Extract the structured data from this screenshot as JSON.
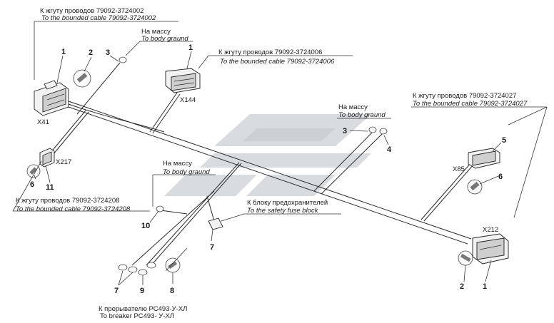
{
  "colors": {
    "line": "#2b2b2b",
    "watermark": "#d4d8dc",
    "background": "#ffffff"
  },
  "captions": {
    "top_left": {
      "ru": "К жгуту проводов 79092-3724002",
      "en": "To the bounded cable 79092-3724002"
    },
    "mass_top": {
      "ru": "На массу",
      "en": "To body graund"
    },
    "top_center": {
      "ru": "К жгуту проводов 79092-3724006",
      "en": "To the bounded cable 79092-3724006"
    },
    "mass_mid": {
      "ru": "На массу",
      "en": "To body graund"
    },
    "right": {
      "ru": "К жгуту проводов 79092-3724027",
      "en": "To the bounded cable 79092-3724027"
    },
    "mass_low": {
      "ru": "На массу",
      "en": "To body graund"
    },
    "fuse": {
      "ru": "К блоку предохранителей",
      "en": "To the safety fuse block"
    },
    "left": {
      "ru": "К жгуту проводов 79092-3724208",
      "en": "To the bounded cable 79092-3724208"
    },
    "breaker": {
      "ru": "К прерывателю РС493-У-ХЛ",
      "en": "To breaker РС493- У-ХЛ"
    }
  },
  "connectors": {
    "x41": "X41",
    "x144": "X144",
    "x217": "X217",
    "x85": "X85",
    "x212": "X212"
  },
  "callouts": {
    "n1_x41": "1",
    "n2_top": "2",
    "n3_top": "3",
    "n1_x144": "1",
    "n3_mid": "3",
    "n4": "4",
    "n5": "5",
    "n6_right": "6",
    "n6_left": "6",
    "n11": "11",
    "n10": "10",
    "n7_fuse": "7",
    "n7_low": "7",
    "n9": "9",
    "n8": "8",
    "n2_low": "2",
    "n1_low": "1"
  }
}
